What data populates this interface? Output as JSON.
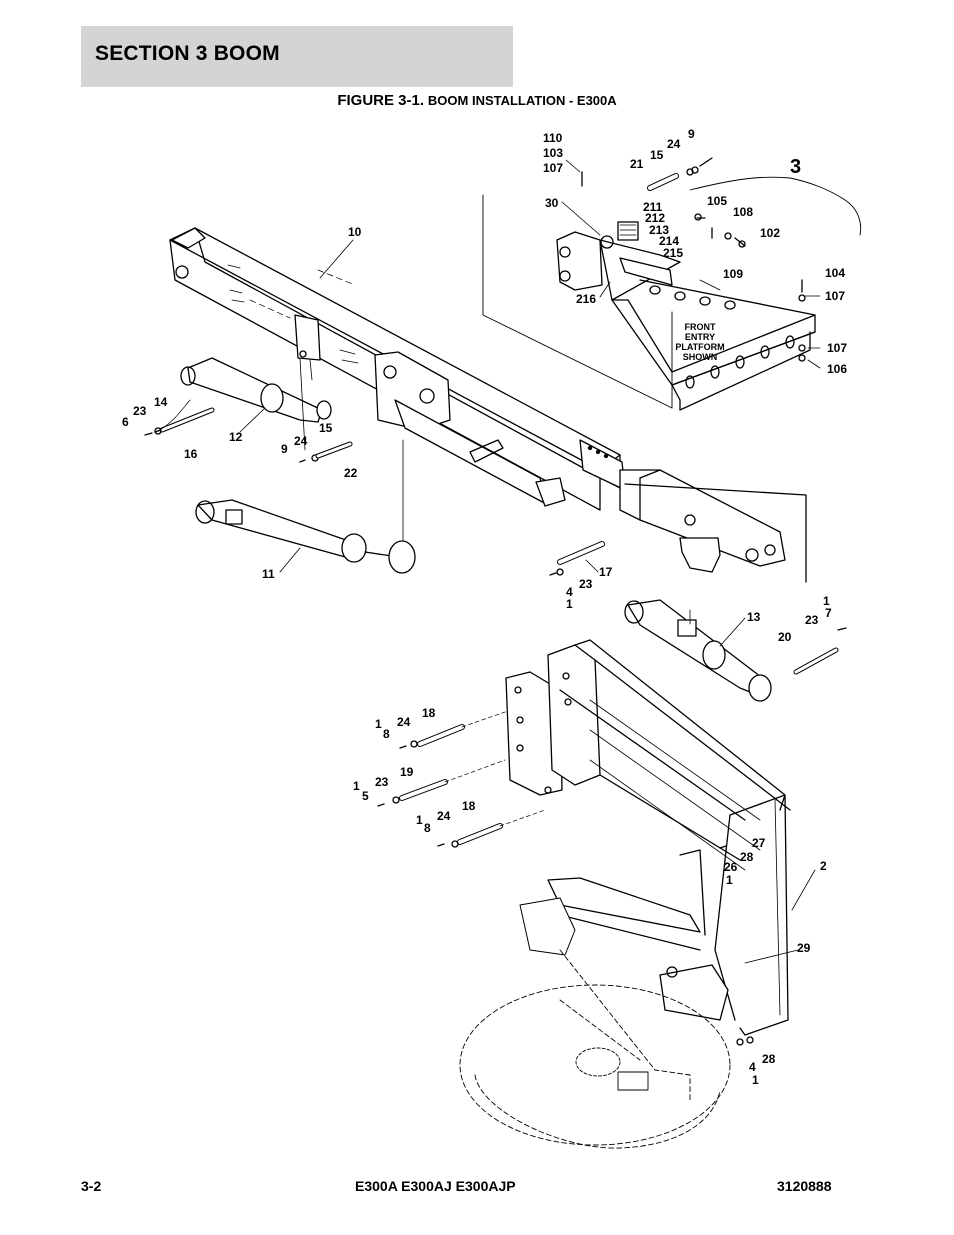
{
  "header": {
    "section_title": "SECTION 3   BOOM"
  },
  "figure": {
    "caption_prefix": "FIGURE 3-1.",
    "caption_text": "BOOM INSTALLATION - E300A"
  },
  "inset": {
    "callout": "3",
    "note_lines": [
      "FRONT",
      "ENTRY",
      "PLATFORM",
      "SHOWN"
    ]
  },
  "callouts": [
    "110",
    "103",
    "107",
    "9",
    "24",
    "15",
    "21",
    "30",
    "211",
    "212",
    "213",
    "214",
    "215",
    "105",
    "108",
    "102",
    "216",
    "109",
    "104",
    "107",
    "107",
    "106",
    "10",
    "14",
    "23",
    "6",
    "12",
    "15",
    "24",
    "9",
    "16",
    "22",
    "11",
    "17",
    "23",
    "4",
    "1",
    "13",
    "1",
    "7",
    "23",
    "20",
    "18",
    "24",
    "1",
    "8",
    "19",
    "23",
    "1",
    "5",
    "18",
    "24",
    "1",
    "8",
    "27",
    "28",
    "26",
    "1",
    "2",
    "29",
    "28",
    "4",
    "1"
  ],
  "footer": {
    "page": "3-2",
    "models": "E300A E300AJ E300AJP",
    "doc_number": "3120888"
  }
}
